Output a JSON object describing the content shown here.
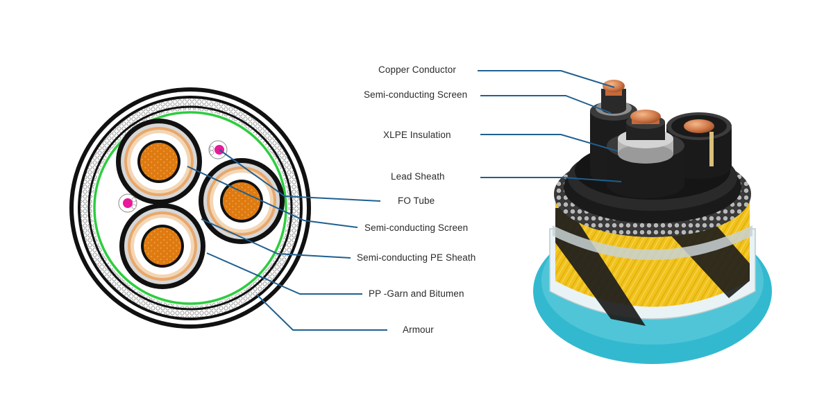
{
  "labels": {
    "copper_conductor": "Copper Conductor",
    "semi_conducting_screen_top": "Semi-conducting Screen",
    "xlpe_insulation": "XLPE Insulation",
    "lead_sheath": "Lead Sheath",
    "fo_tube": "FO Tube",
    "semi_conducting_screen": "Semi-conducting Screen",
    "semi_conducting_pe_sheath": "Semi-conducting PE Sheath",
    "pp_garn_bitumen": "PP -Garn and Bitumen",
    "armour": "Armour"
  },
  "colors": {
    "leader_line": "#1f5f8f",
    "copper": "#e07b10",
    "insulation_screen": "#e8a86b",
    "sheath": "#1a1a1a",
    "filler": "#9a9a9a",
    "fo_tube": "#e8199a",
    "earth_ring": "#2ecc40",
    "armour_wire": "#cfcfcf",
    "water_blue": "#33b9cf",
    "yellow_tape": "#f1c21b"
  }
}
